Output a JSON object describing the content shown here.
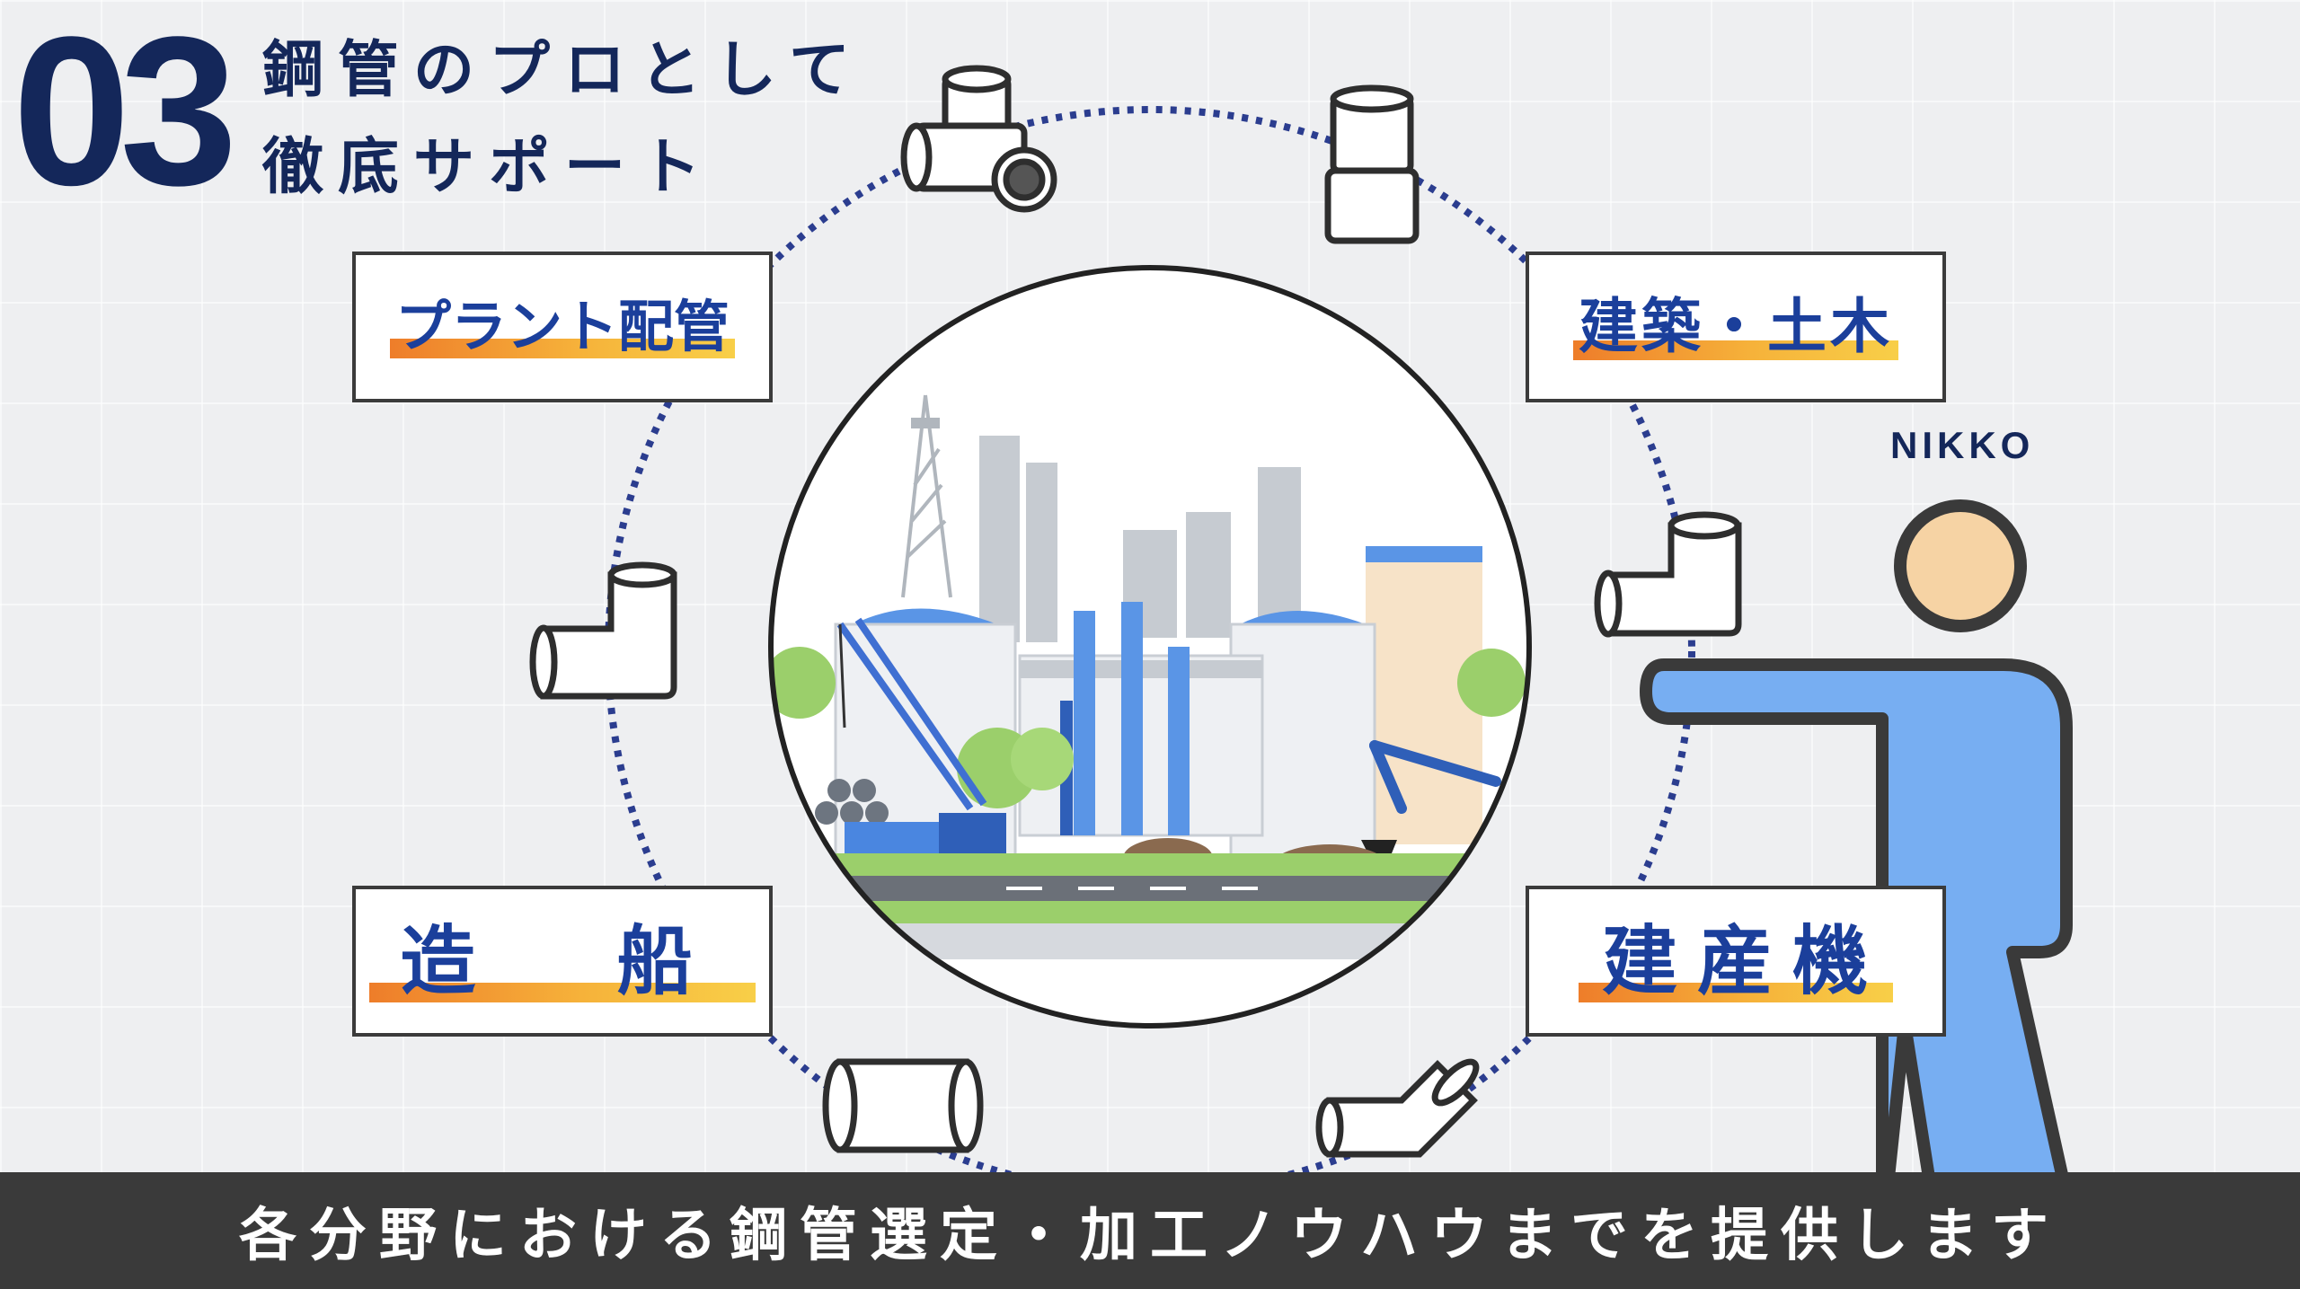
{
  "section": {
    "number": "03",
    "title_line1": "鋼管のプロとして",
    "title_line2": "徹底サポート"
  },
  "fields": {
    "plant": "プラント配管",
    "kenchiku": "建築・土木",
    "zousen": "造 船",
    "kensanki": "建産機"
  },
  "brand": "NIKKO",
  "caption": "各分野における鋼管選定・加工ノウハウまでを提供します",
  "colors": {
    "navy": "#14275a",
    "blue": "#1b3f9b",
    "accent_blue": "#5a95e6",
    "skin": "#f6d3a4",
    "highlight_orange": "#ee7d2a",
    "highlight_yellow": "#f8cf48"
  },
  "icons": [
    "tee-pipe-icon",
    "coupling-pipe-icon",
    "elbow-pipe-icon",
    "straight-pipe-icon",
    "angled-pipe-icon"
  ]
}
